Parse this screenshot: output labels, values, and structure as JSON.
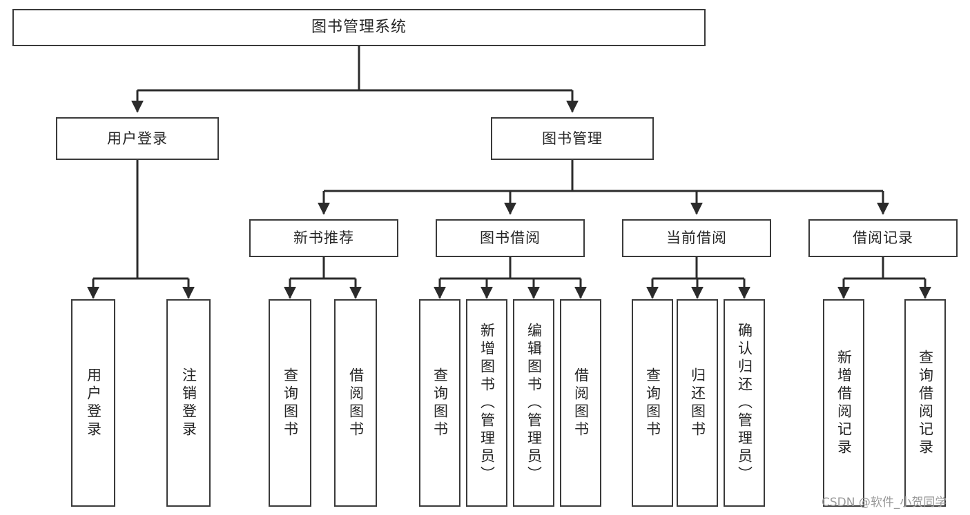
{
  "diagram": {
    "type": "tree",
    "title": "图书管理系统",
    "orientation": "top-down",
    "colors": {
      "box_border": "#3a3a3a",
      "box_fill": "#ffffff",
      "edge": "#2b2b2b",
      "text": "#262626",
      "watermark": "#9a9a9a",
      "background": "#ffffff"
    }
  },
  "root": {
    "id": "root",
    "label": "图书管理系统"
  },
  "level2": [
    {
      "id": "user-login",
      "label": "用户登录"
    },
    {
      "id": "book-manage",
      "label": "图书管理"
    }
  ],
  "level3": [
    {
      "id": "new-book-recommend",
      "label": "新书推荐",
      "parent": "book-manage"
    },
    {
      "id": "book-borrow",
      "label": "图书借阅",
      "parent": "book-manage"
    },
    {
      "id": "current-borrow",
      "label": "当前借阅",
      "parent": "book-manage"
    },
    {
      "id": "borrow-record",
      "label": "借阅记录",
      "parent": "book-manage"
    }
  ],
  "leaves": {
    "user_login": [
      {
        "id": "leaf-user-login",
        "label": "用户登录"
      },
      {
        "id": "leaf-user-logout",
        "label": "注销登录"
      }
    ],
    "new_book_recommend": [
      {
        "id": "leaf-query-book-1",
        "label": "查询图书"
      },
      {
        "id": "leaf-borrow-book-1",
        "label": "借阅图书"
      }
    ],
    "book_borrow": [
      {
        "id": "leaf-query-book-2",
        "label": "查询图书"
      },
      {
        "id": "leaf-add-book",
        "label": "新增图书（管理员）"
      },
      {
        "id": "leaf-edit-book",
        "label": "编辑图书（管理员）"
      },
      {
        "id": "leaf-borrow-book-2",
        "label": "借阅图书"
      }
    ],
    "current_borrow": [
      {
        "id": "leaf-query-book-3",
        "label": "查询图书"
      },
      {
        "id": "leaf-return-book",
        "label": "归还图书"
      },
      {
        "id": "leaf-confirm-return",
        "label": "确认归还（管理员）"
      }
    ],
    "borrow_record": [
      {
        "id": "leaf-add-record",
        "label": "新增借阅记录"
      },
      {
        "id": "leaf-query-record",
        "label": "查询借阅记录"
      }
    ]
  },
  "watermark": {
    "text": "CSDN @软件_小贺同学"
  }
}
